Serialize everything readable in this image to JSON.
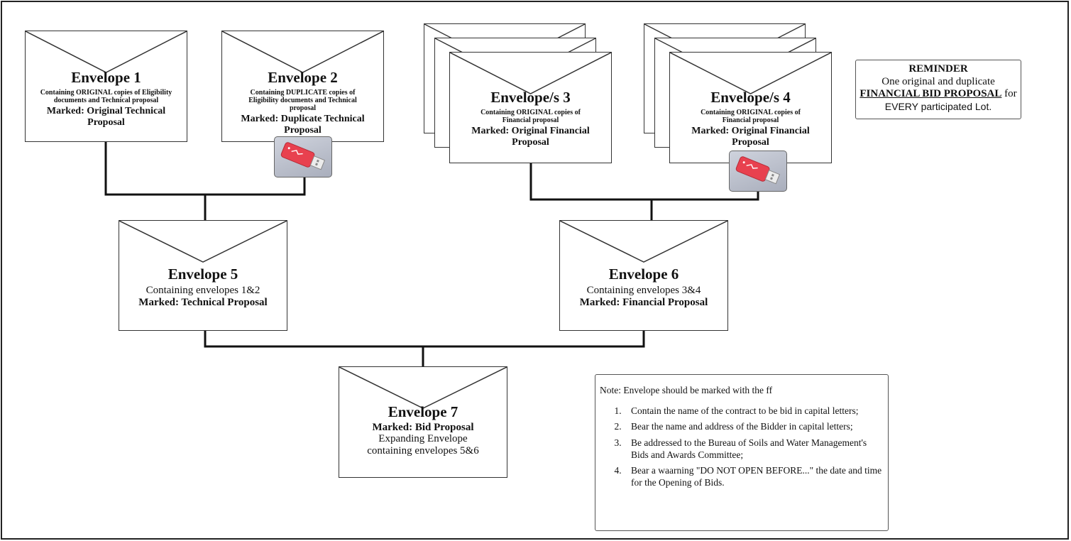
{
  "envelopes": {
    "e1": {
      "title": "Envelope 1",
      "sub": "Containing ORIGINAL copies of Eligibility documents and Technical proposal",
      "mark": "Marked: Original Technical Proposal"
    },
    "e2": {
      "title": "Envelope 2",
      "sub": "Containing DUPLICATE copies of Eligibility documents and Technical proposal",
      "mark": "Marked: Duplicate Technical Proposal"
    },
    "e3": {
      "title": "Envelope/s 3",
      "sub": "Containing ORIGINAL copies of Financial proposal",
      "mark": "Marked: Original Financial Proposal"
    },
    "e4": {
      "title": "Envelope/s 4",
      "sub": "Containing ORIGINAL copies of Financial proposal",
      "mark": "Marked: Original Financial Proposal"
    },
    "e5": {
      "title": "Envelope 5",
      "sub": "Containing envelopes 1&2",
      "mark": "Marked: Technical Proposal"
    },
    "e6": {
      "title": "Envelope 6",
      "sub": "Containing envelopes 3&4",
      "mark": "Marked: Financial Proposal"
    },
    "e7": {
      "title": "Envelope 7",
      "mark": "Marked: Bid Proposal",
      "sub1": "Expanding Envelope",
      "sub2": "containing envelopes 5&6"
    }
  },
  "reminder": {
    "heading": "REMINDER",
    "line1": "One original and duplicate",
    "emph": "FINANCIAL BID PROPOSAL",
    "after_emph": " for",
    "line3": "EVERY participated Lot."
  },
  "note": {
    "title": "Note: Envelope should be marked with the ff",
    "items": [
      "Contain the name of the contract to be bid in capital letters;",
      "Bear the name and address of the Bidder in capital letters;",
      "Be addressed to the Bureau of Soils and Water Management's Bids and Awards Committee;",
      "Bear a waarning \"DO NOT OPEN BEFORE...\" the date and time for the Opening of Bids."
    ]
  },
  "icons": {
    "usb": "usb-flash-drive-icon"
  },
  "colors": {
    "usb_body": "#e8414f",
    "usb_connector": "#e6e6e6",
    "usb_tile": "#b4b8c4"
  }
}
